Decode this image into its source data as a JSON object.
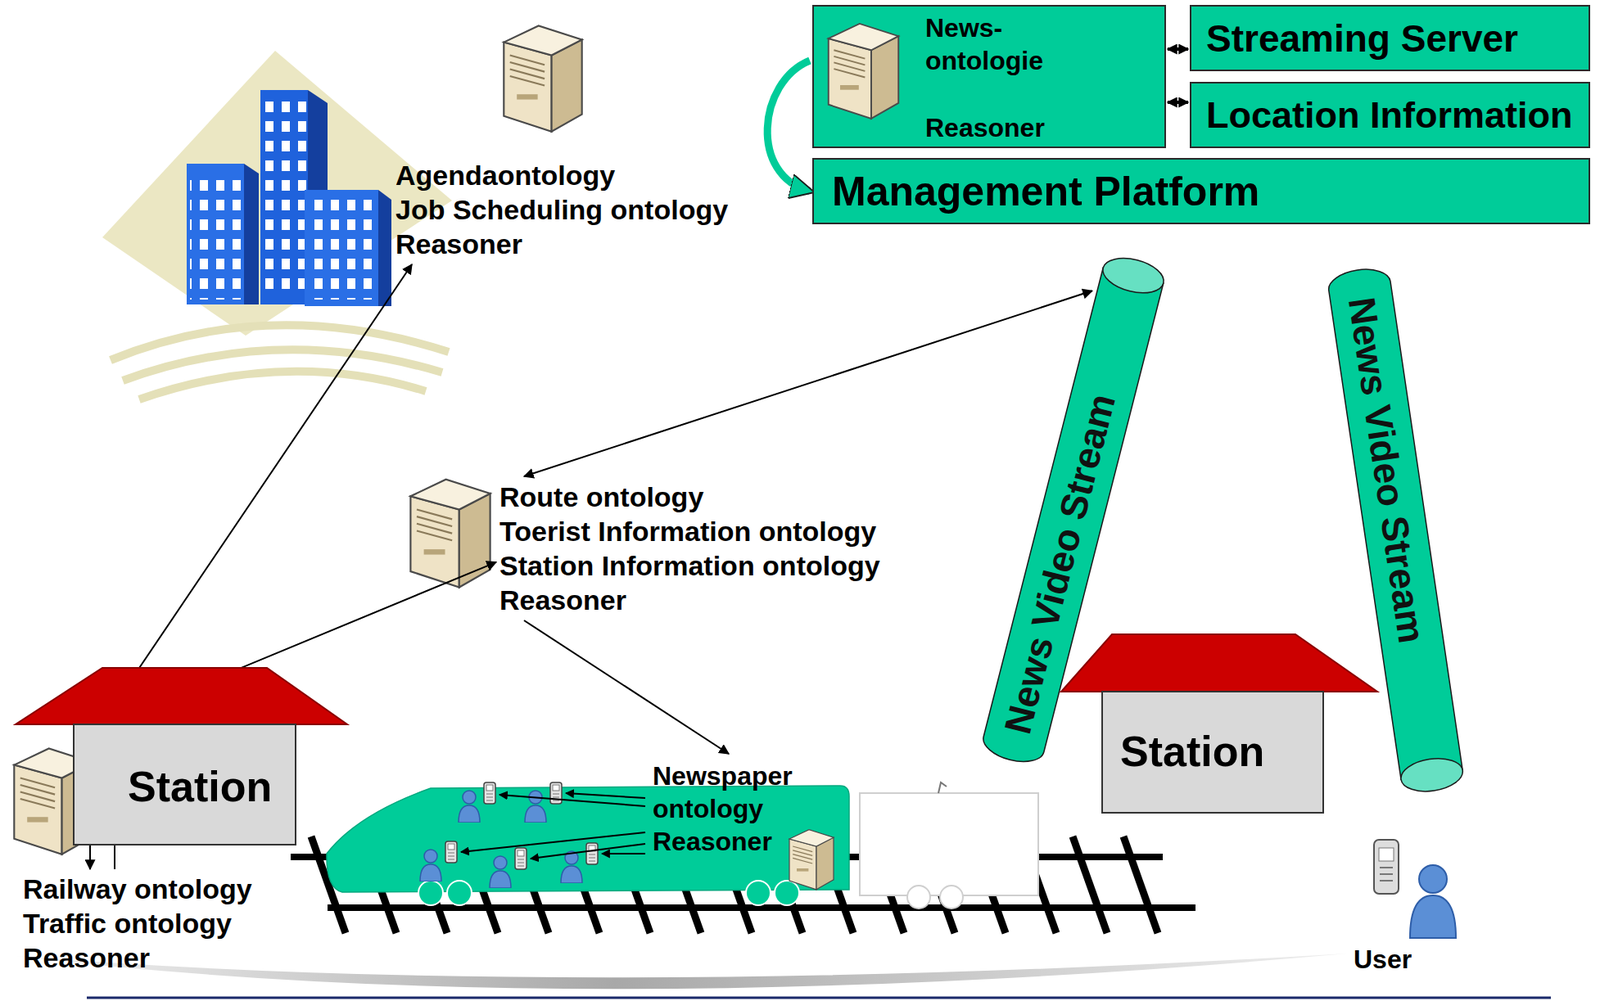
{
  "diagram": {
    "nodes": [
      {
        "text": [
          "News-ontologie",
          "Reasoner"
        ]
      },
      {
        "text": [
          "Streaming Server"
        ]
      },
      {
        "text": [
          "Location Information"
        ]
      },
      {
        "text": [
          "Management Platform"
        ]
      },
      {
        "text": [
          "Agendaontology",
          "Job Scheduling ontology",
          "Reasoner"
        ]
      },
      {
        "text": [
          "News Video Stream"
        ]
      },
      {
        "text": [
          "News Video Stream"
        ]
      },
      {
        "text": [
          "Route ontology",
          "Toerist Information ontology",
          "Station Information ontology",
          "Reasoner"
        ]
      },
      {
        "text": [
          "Station"
        ]
      },
      {
        "text": [
          "Station"
        ]
      },
      {
        "text": [
          "Newspaper ontology Reasoner"
        ]
      },
      {
        "text": [
          "Railway ontology",
          "Traffic ontology",
          "Reasoner"
        ]
      }
    ],
    "edges": [
      {
        "from": 0,
        "to": 1,
        "arrow": "both"
      },
      {
        "from": 0,
        "to": 2,
        "arrow": "both"
      },
      {
        "from": 0,
        "to": 3,
        "arrow": "to"
      },
      {
        "from": 11,
        "to": 4,
        "arrow": "both"
      },
      {
        "from": 11,
        "to": 7,
        "arrow": "to"
      },
      {
        "from": 7,
        "to": 5,
        "arrow": "both"
      },
      {
        "from": 7,
        "to": 10,
        "arrow": "to"
      }
    ],
    "labels": [
      "User"
    ]
  }
}
